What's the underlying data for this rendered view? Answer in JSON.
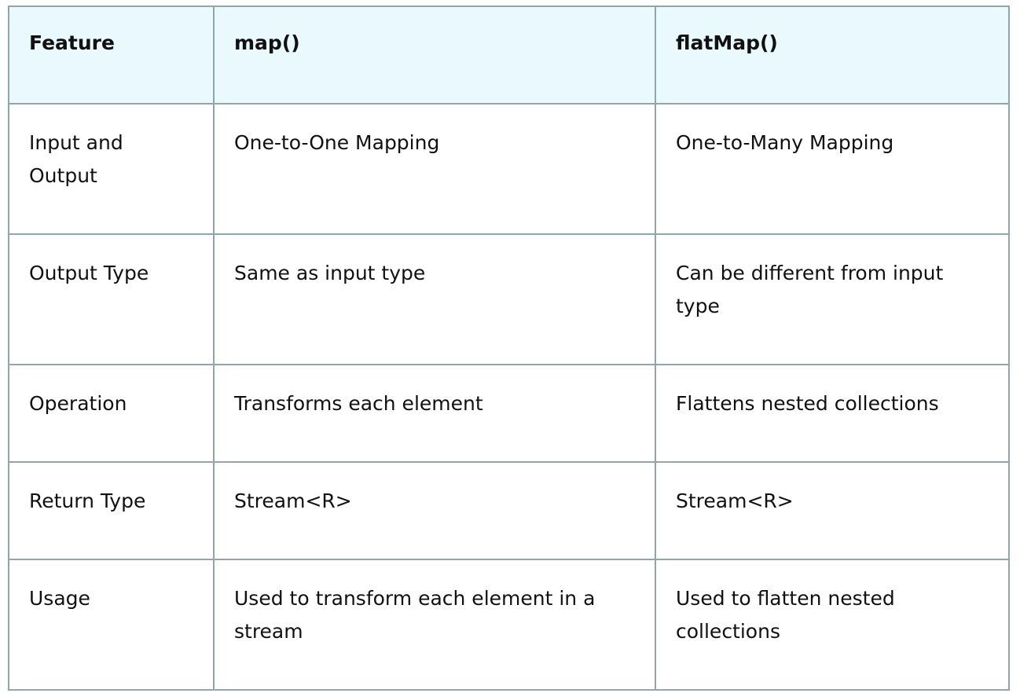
{
  "table": {
    "headers": [
      "Feature",
      "map()",
      "flatMap()"
    ],
    "rows": [
      [
        "Input and Output",
        "One-to-One Mapping",
        "One-to-Many Mapping"
      ],
      [
        "Output Type",
        "Same as input type",
        "Can be different from input type"
      ],
      [
        "Operation",
        "Transforms each element",
        "Flattens nested collections"
      ],
      [
        "Return Type",
        "Stream<R>",
        "Stream<R>"
      ],
      [
        "Usage",
        "Used to transform each element in a stream",
        "Used to flatten nested collections"
      ]
    ]
  }
}
